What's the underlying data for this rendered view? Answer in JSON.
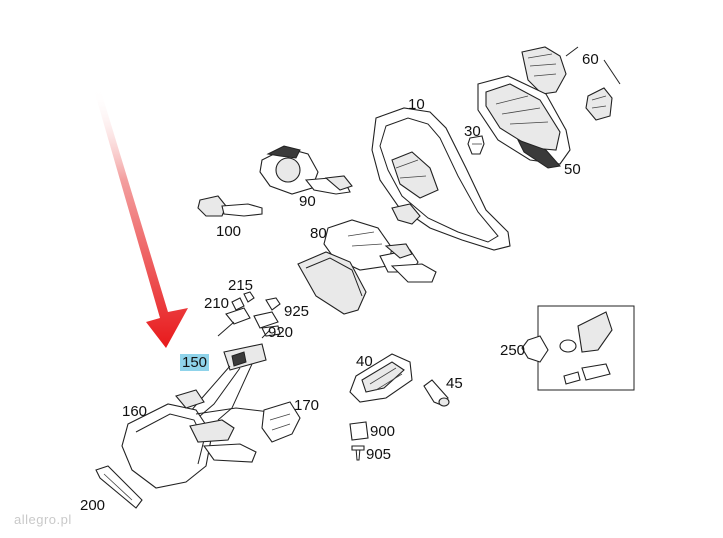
{
  "labels": {
    "l10": "10",
    "l30": "30",
    "l40": "40",
    "l45": "45",
    "l50": "50",
    "l60": "60",
    "l80": "80",
    "l90": "90",
    "l100": "100",
    "l150": "150",
    "l160": "160",
    "l170": "170",
    "l200": "200",
    "l210": "210",
    "l215": "215",
    "l250": "250",
    "l900": "900",
    "l905": "905",
    "l920": "920",
    "l925": "925"
  },
  "watermark": "allegro.pl",
  "colors": {
    "arrow": "#e8191b",
    "highlight": "#8fd3ea"
  }
}
